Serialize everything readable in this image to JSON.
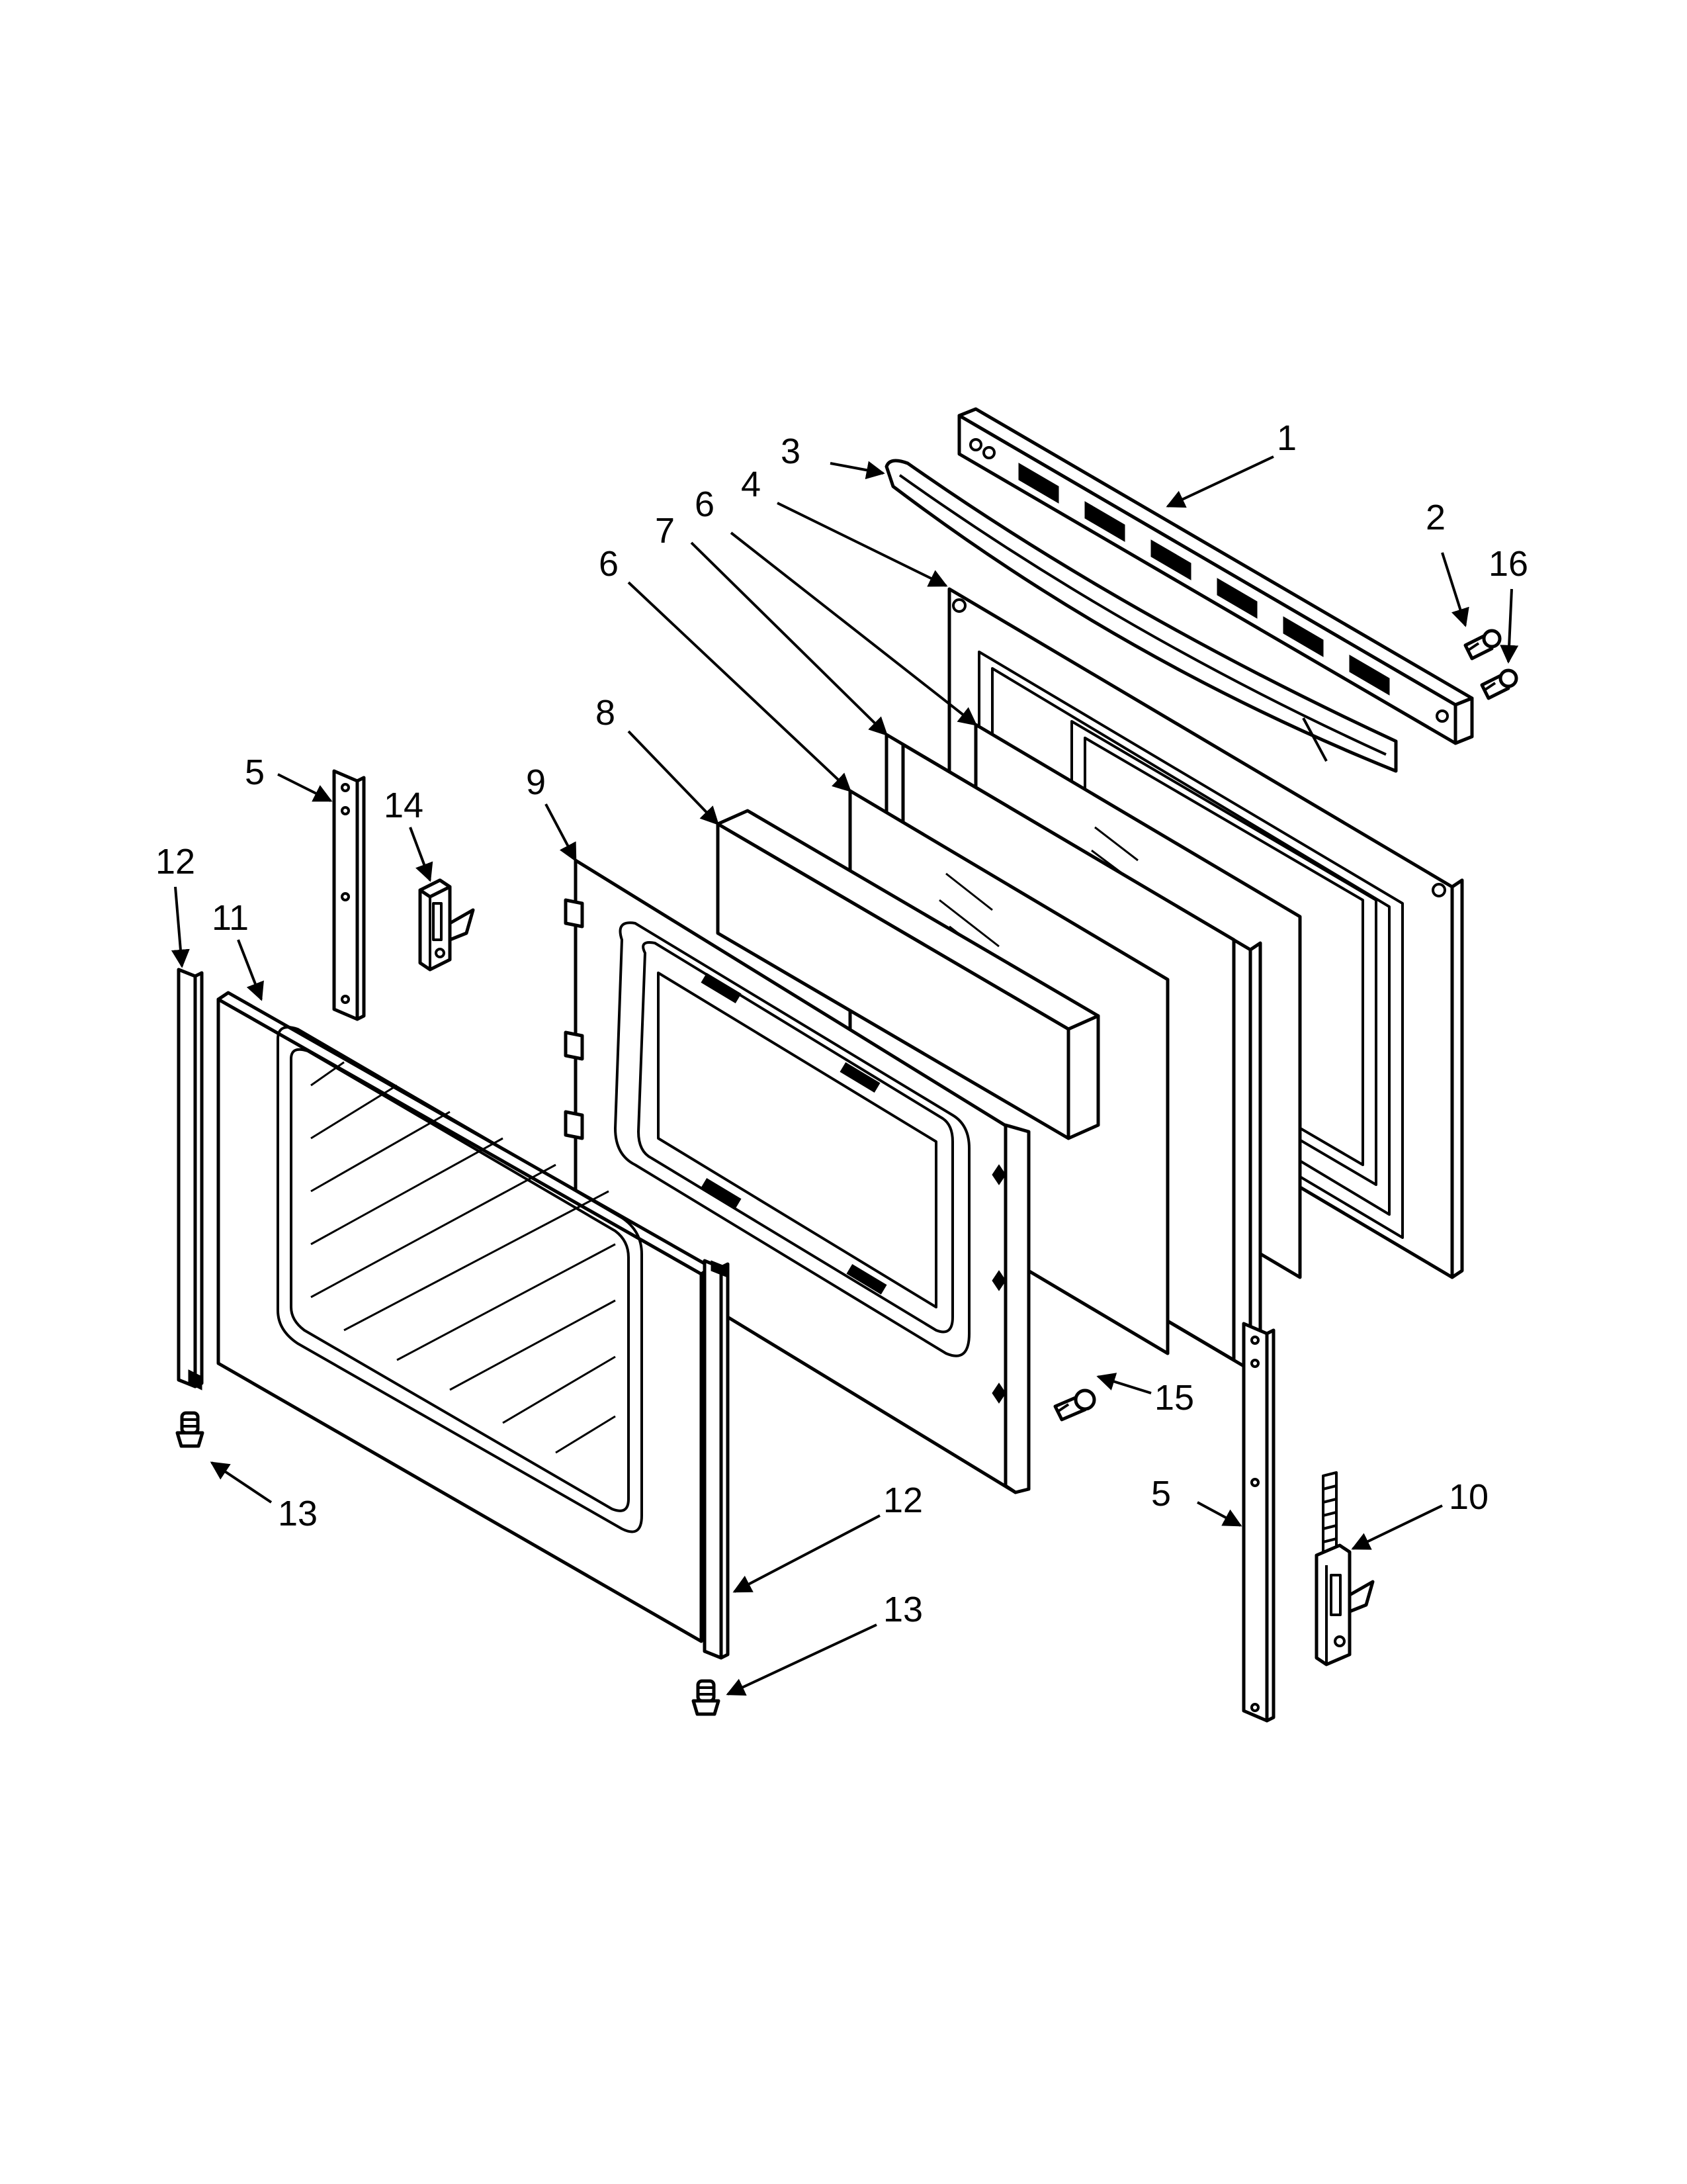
{
  "callouts": {
    "c1": "1",
    "c2": "2",
    "c3": "3",
    "c4": "4",
    "c5a": "5",
    "c5b": "5",
    "c6a": "6",
    "c6b": "6",
    "c7": "7",
    "c8": "8",
    "c9": "9",
    "c10": "10",
    "c11": "11",
    "c12a": "12",
    "c12b": "12",
    "c13a": "13",
    "c13b": "13",
    "c14": "14",
    "c15": "15",
    "c16": "16"
  }
}
